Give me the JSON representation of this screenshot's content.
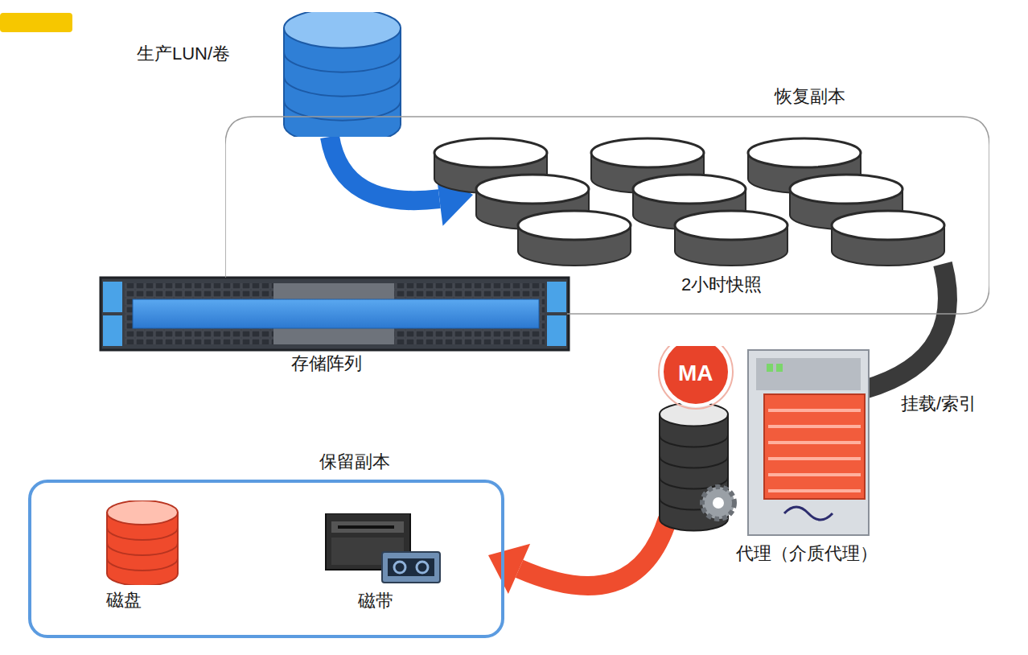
{
  "diagram": {
    "nodes": [
      {
        "text": [
          "生产LUN/卷"
        ]
      },
      {
        "text": [
          "恢复副本",
          "2小时快照"
        ]
      },
      {
        "text": [
          "MA",
          "代理（介质代理）"
        ]
      },
      {
        "text": [
          "保留副本"
        ]
      },
      {
        "text": [
          "磁盘"
        ],
        "in": 3
      },
      {
        "text": [
          "磁带"
        ],
        "in": 3
      }
    ],
    "edges": [
      {
        "from": 0,
        "to": 1,
        "arrow": "to"
      },
      {
        "from": 1,
        "to": 2,
        "label": "挂载/索引",
        "arrow": "to"
      },
      {
        "from": 2,
        "to": 3,
        "arrow": "to"
      }
    ],
    "labels": [
      "存储阵列"
    ]
  }
}
